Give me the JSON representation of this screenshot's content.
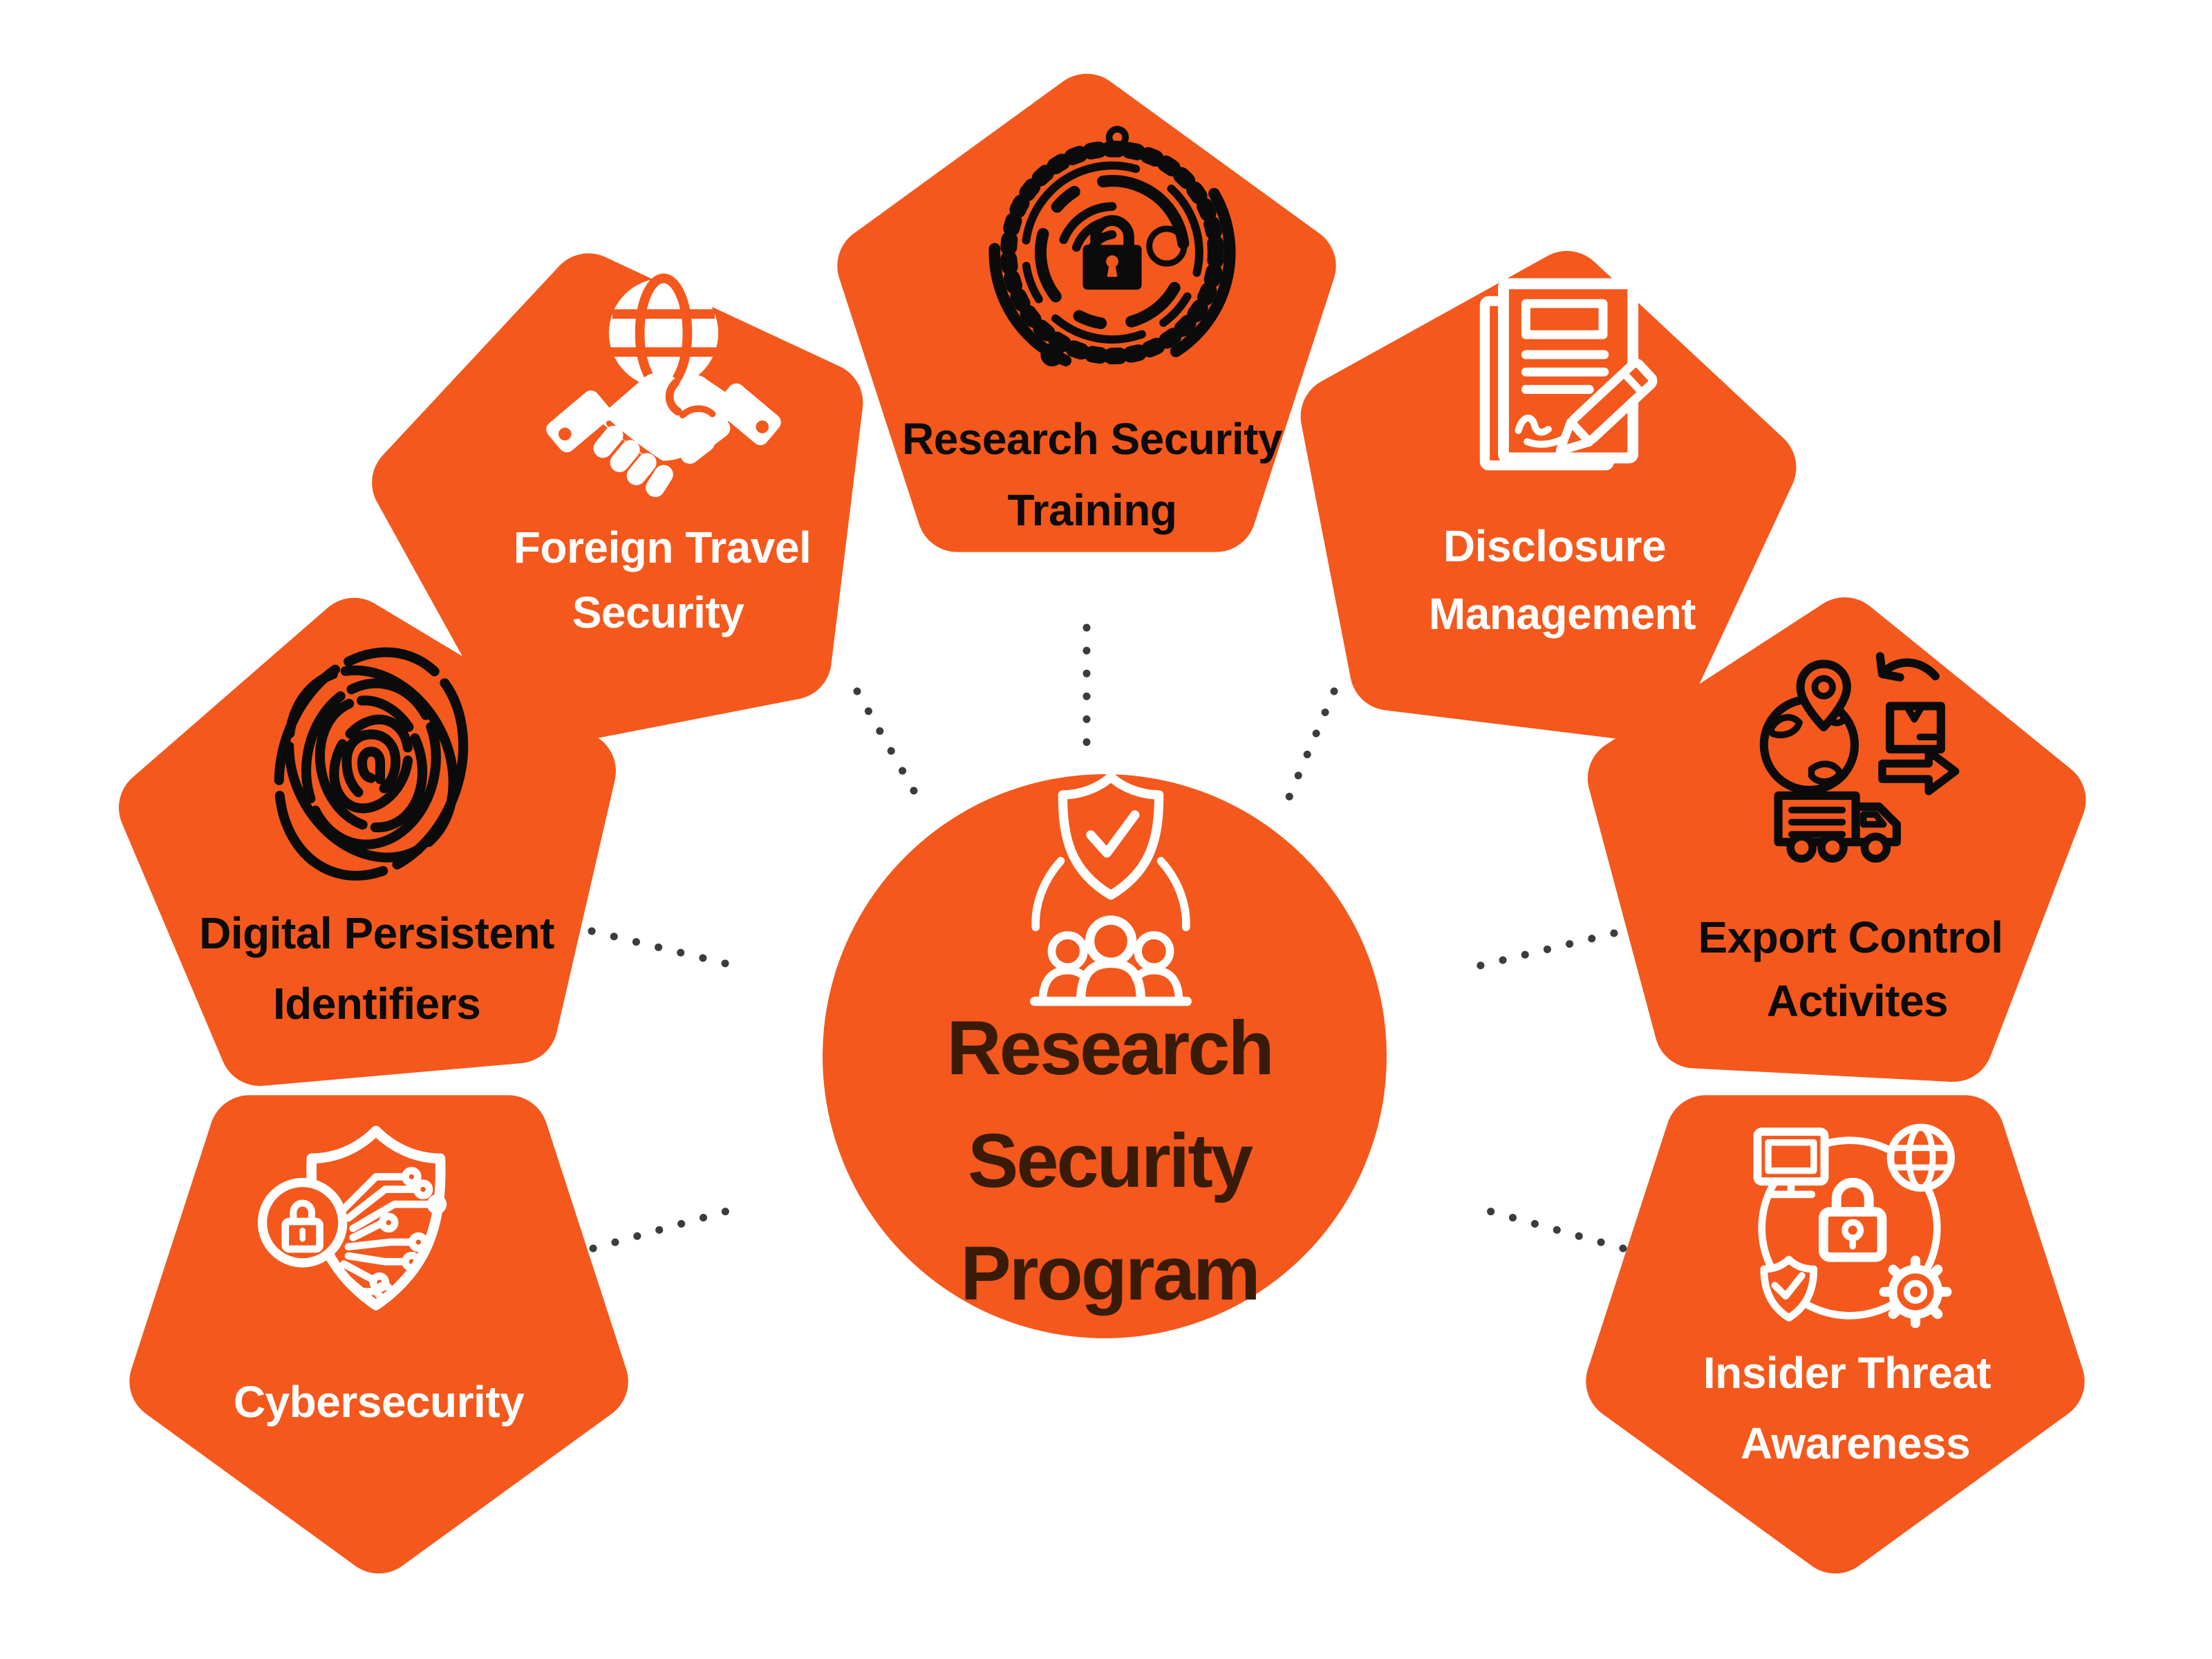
{
  "title": "Research Security Program",
  "colors": {
    "orange": "#F4581C",
    "dark_brown_text": "#3A1B08",
    "black_text": "#0B0B0B",
    "white_text": "#FFFFFF",
    "connector_dots": "#3C3C3C",
    "background": "#FFFFFF"
  },
  "center": {
    "lines": [
      "Research",
      "Security",
      "Program"
    ],
    "icon": "shield-check-people-icon",
    "shape": "circle",
    "text_color": "#3A1B08"
  },
  "sectors": [
    {
      "id": "research-security-training",
      "lines": [
        "Research Security",
        "Training"
      ],
      "icon": "cyber-lock-rings-icon",
      "text_color": "#0B0B0B",
      "icon_color": "#0B0B0B",
      "position": "top"
    },
    {
      "id": "foreign-travel-security",
      "lines": [
        "Foreign Travel",
        "Security"
      ],
      "icon": "handshake-globe-icon",
      "text_color": "#FFFFFF",
      "icon_color": "#FFFFFF",
      "position": "upper-left"
    },
    {
      "id": "disclosure-management",
      "lines": [
        "Disclosure",
        "Management"
      ],
      "icon": "document-signature-pencil-icon",
      "text_color": "#FFFFFF",
      "icon_color": "#FFFFFF",
      "position": "upper-right"
    },
    {
      "id": "digital-persistent-identifiers",
      "lines": [
        "Digital Persistent",
        "Identifiers"
      ],
      "icon": "fingerprint-icon",
      "text_color": "#0B0B0B",
      "icon_color": "#0B0B0B",
      "position": "left"
    },
    {
      "id": "export-control-activites",
      "lines": [
        "Export Control",
        "Activites"
      ],
      "icon": "globe-shipping-truck-icon",
      "text_color": "#0B0B0B",
      "icon_color": "#0B0B0B",
      "position": "right"
    },
    {
      "id": "cybersecurity",
      "lines": [
        "Cybersecurity"
      ],
      "icon": "shield-circuit-lock-icon",
      "text_color": "#FFFFFF",
      "icon_color": "#FFFFFF",
      "position": "lower-left"
    },
    {
      "id": "insider-threat-awareness",
      "lines": [
        "Insider Threat",
        "Awareness"
      ],
      "icon": "monitor-globe-lock-shield-gear-icon",
      "text_color": "#FFFFFF",
      "icon_color": "#FFFFFF",
      "position": "lower-right"
    }
  ]
}
